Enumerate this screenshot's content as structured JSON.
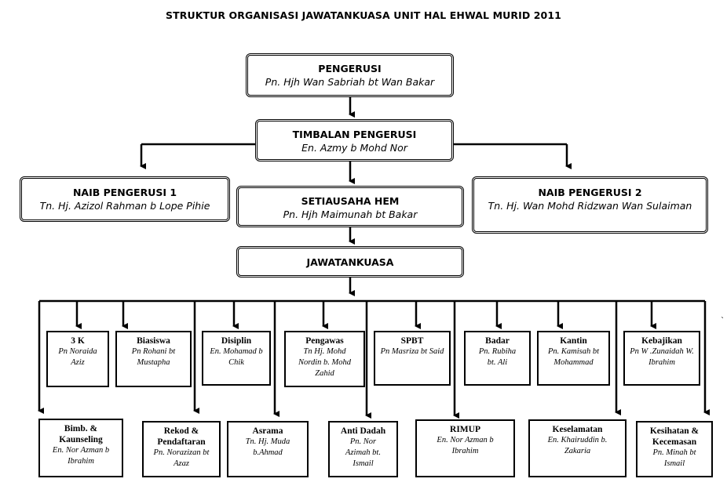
{
  "title": "STRUKTUR ORGANISASI JAWATANKUASA UNIT HAL EHWAL MURID 2011",
  "top_boxes": {
    "pengerusi": {
      "role": "PENGERUSI",
      "name": "Pn. Hjh Wan Sabriah bt  Wan Bakar"
    },
    "timbalan": {
      "role": "TIMBALAN PENGERUSI",
      "name": "En. Azmy  b Mohd Nor"
    },
    "naib1": {
      "role": "NAIB PENGERUSI 1",
      "name": "Tn. Hj. Azizol Rahman b Lope Pihie"
    },
    "setiausaha": {
      "role": "SETIAUSAHA HEM",
      "name": "Pn. Hjh Maimunah bt Bakar"
    },
    "naib2": {
      "role": "NAIB PENGERUSI 2",
      "name": "Tn. Hj. Wan Mohd Ridzwan Wan Sulaiman"
    },
    "jawatankuasa": {
      "role": "JAWATANKUASA"
    }
  },
  "row1": [
    {
      "role": "3 K",
      "name": "Pn Noraida Aziz"
    },
    {
      "role": "Biasiswa",
      "name": "Pn Rohani bt Mustapha"
    },
    {
      "role": "Disiplin",
      "name": "En. Mohamad b Chik"
    },
    {
      "role": "Pengawas",
      "name": "Tn Hj. Mohd Nordin b. Mohd Zahid"
    },
    {
      "role": "SPBT",
      "name": "Pn Masriza bt Said"
    },
    {
      "role": "Badar",
      "name": "Pn. Rubiha bt. Ali"
    },
    {
      "role": "Kantin",
      "name": "Pn. Kamisah bt Mohammad"
    },
    {
      "role": "Kebajikan",
      "name": "Pn W .Zunaidah  W. Ibrahim"
    }
  ],
  "row2": [
    {
      "role": "Bimb. & Kaunseling",
      "name": "En. Nor Azman b Ibrahim"
    },
    {
      "role": "Rekod & Pendaftaran",
      "name": "Pn. Norazizan bt Azaz"
    },
    {
      "role": "Asrama",
      "name": "Tn. Hj. Muda b.Ahmad"
    },
    {
      "role": "Anti Dadah",
      "name": "Pn. Nor Azimah bt. Ismail"
    },
    {
      "role": "RIMUP",
      "name": "En. Nor Azman b Ibrahim"
    },
    {
      "role": "Keselamatan",
      "name": "En. Khairuddin  b. Zakaria"
    },
    {
      "role": "Kesihatan & Kecemasan",
      "name": "Pn. Minah bt Ismail"
    }
  ],
  "stray_mark": "`"
}
